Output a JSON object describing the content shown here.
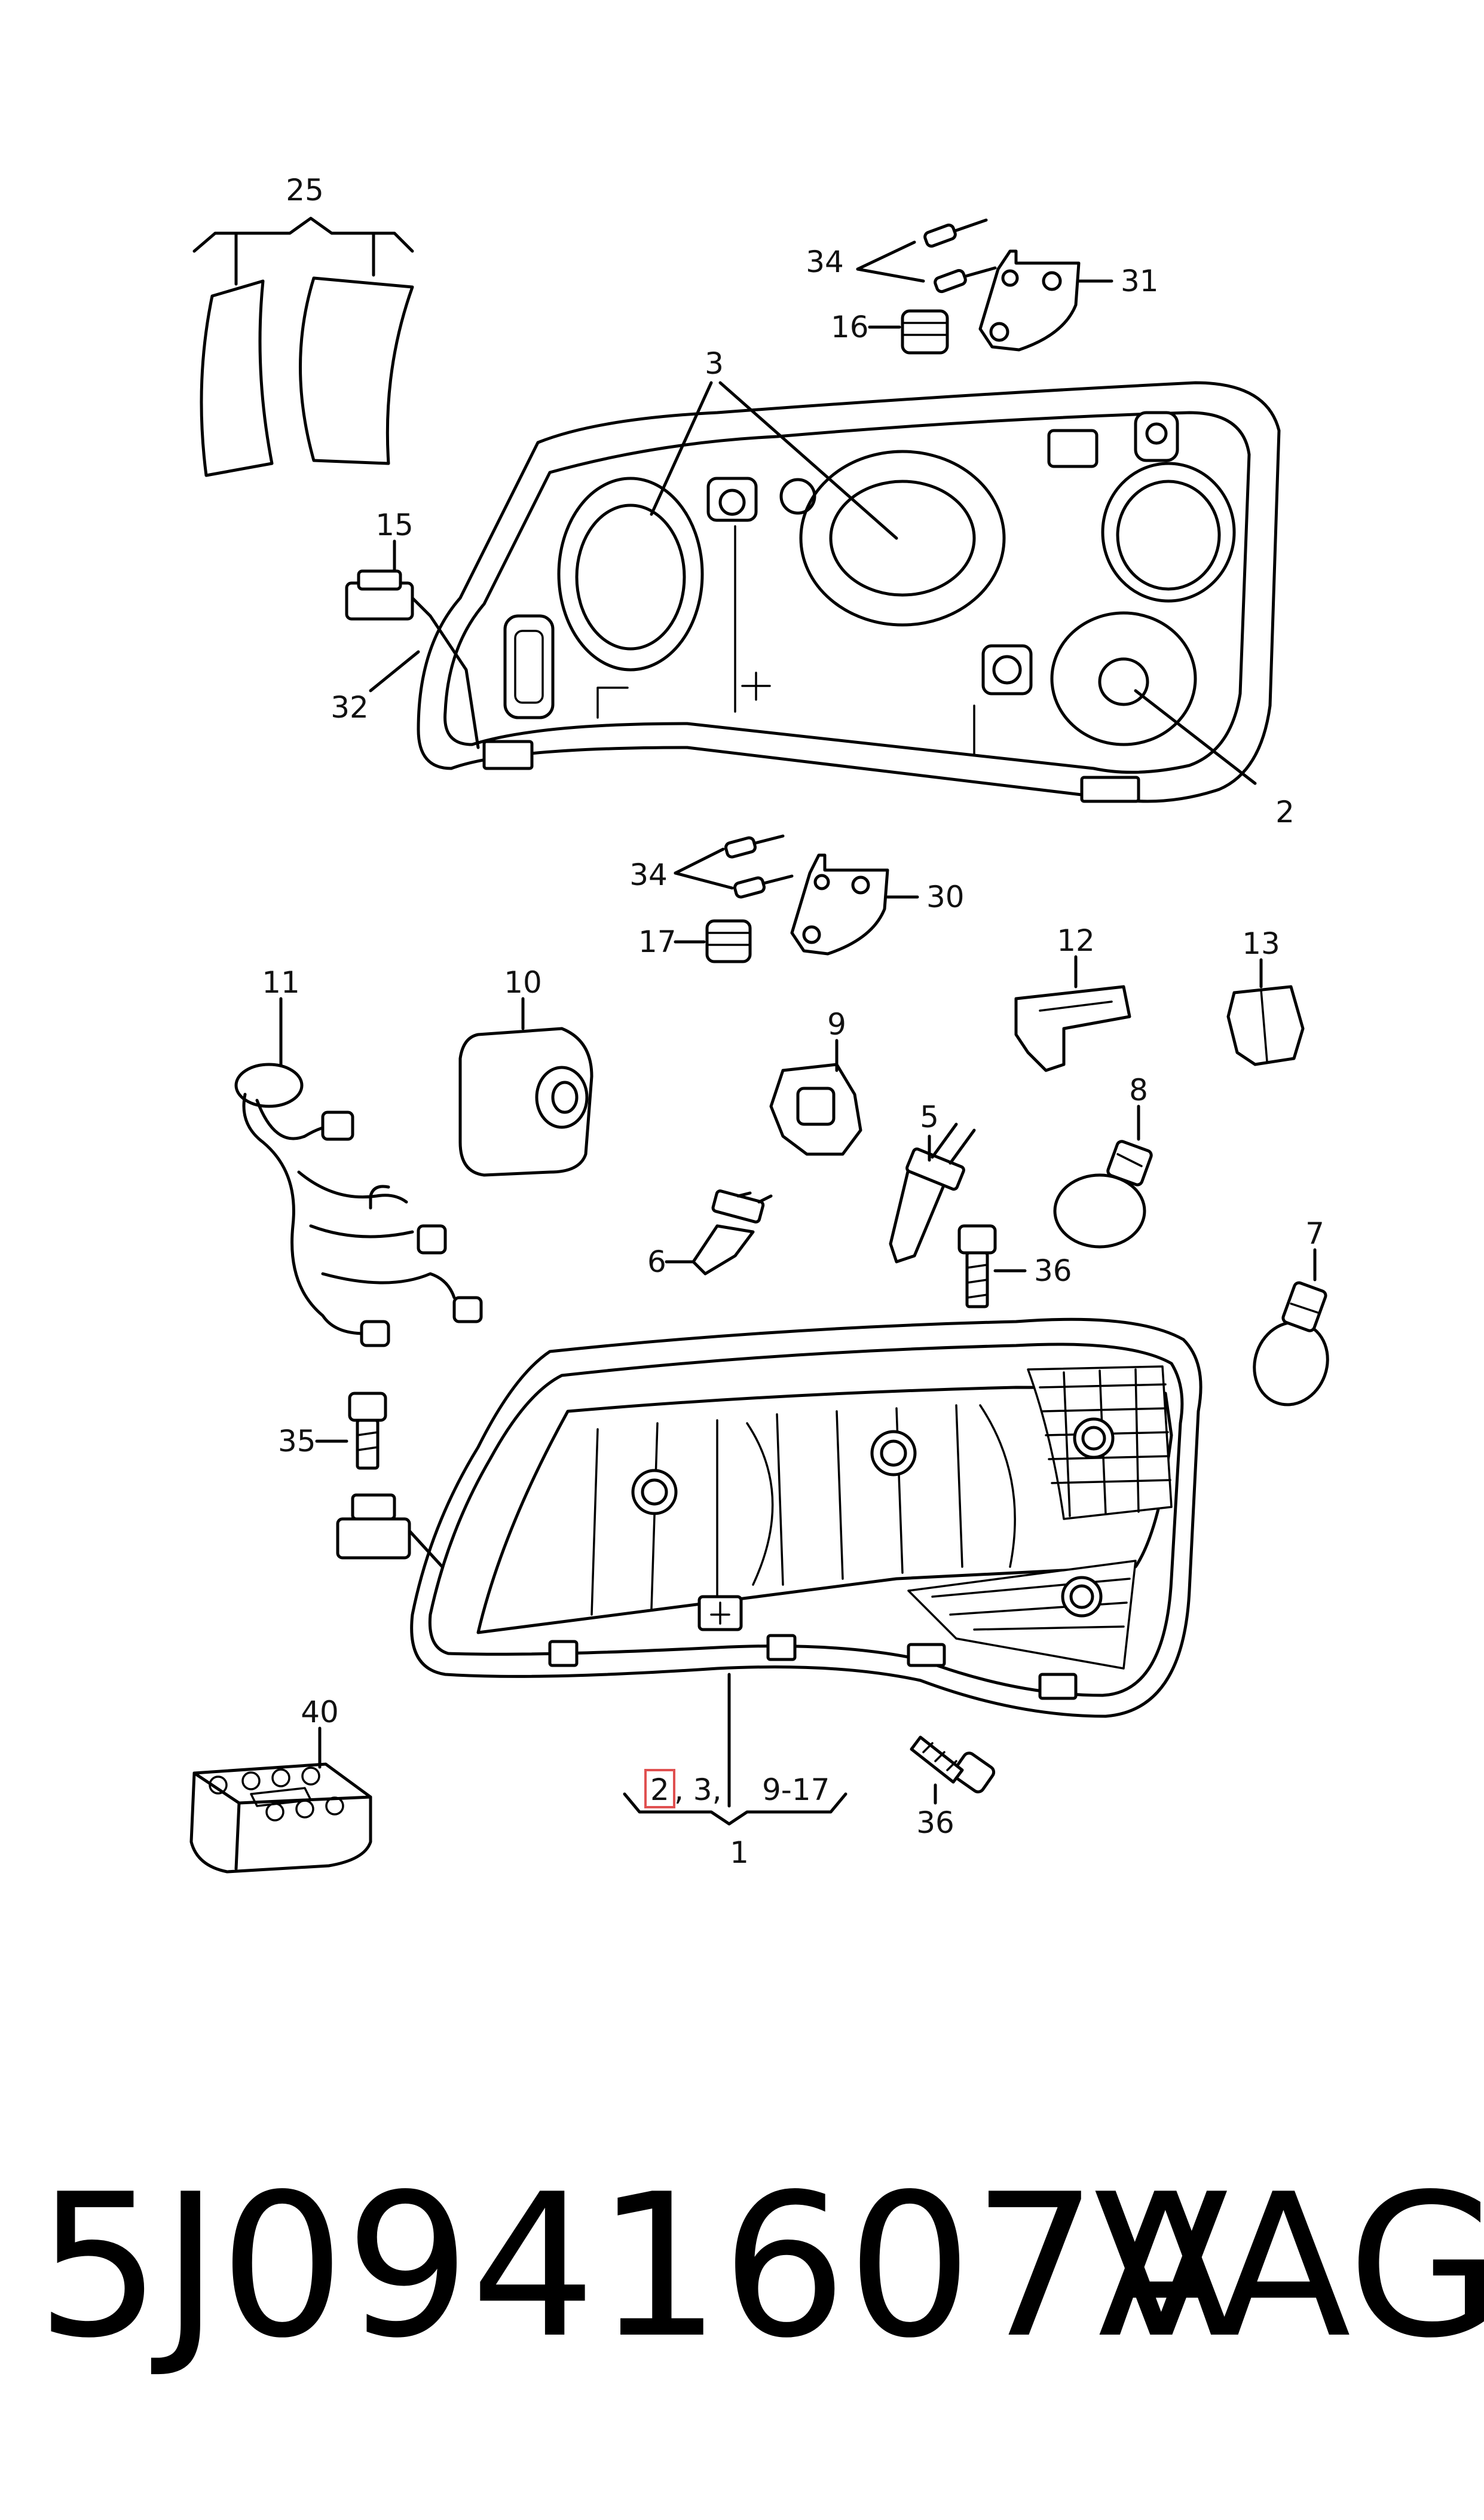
{
  "diagram": {
    "callouts": {
      "c25": "25",
      "c34a": "34",
      "c31": "31",
      "c16": "16",
      "c3": "3",
      "c15": "15",
      "c32": "32",
      "c2": "2",
      "c34b": "34",
      "c30": "30",
      "c17": "17",
      "c11": "11",
      "c10": "10",
      "c12": "12",
      "c13": "13",
      "c9": "9",
      "c5": "5",
      "c8": "8",
      "c6": "6",
      "c36a": "36",
      "c7": "7",
      "c35": "35",
      "c40": "40",
      "c36b": "36",
      "c1": "1"
    },
    "assembly_note": {
      "highlighted": "2",
      "rest_a": ", 3,",
      "rest_b": "9-17"
    },
    "highlight_color": "#e05050"
  },
  "footer": {
    "part_number": "5J0941607A",
    "brand": "VAG"
  }
}
